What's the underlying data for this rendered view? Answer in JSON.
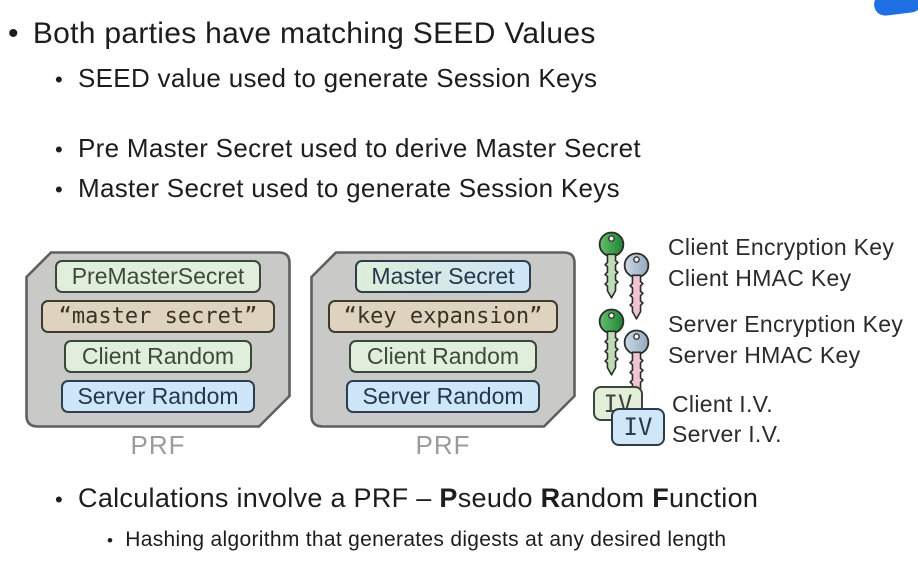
{
  "marks": {
    "bullet": "•"
  },
  "top_bullets": {
    "b1": "Both parties have matching SEED Values",
    "b2": "SEED value used to generate Session Keys",
    "b3": "Pre Master Secret used to derive Master Secret",
    "b4": "Master Secret used to generate Session Keys"
  },
  "diagram": {
    "prf_label": "PRF",
    "master_secret_prf": {
      "input1": "PreMasterSecret",
      "label": "“master secret”",
      "input2": "Client Random",
      "input3": "Server Random"
    },
    "key_expansion_prf": {
      "input1": "Master Secret",
      "label": "“key expansion”",
      "input2": "Client Random",
      "input3": "Server Random"
    }
  },
  "legend": {
    "client_enc": "Client Encryption Key",
    "client_hmac": "Client HMAC Key",
    "server_enc": "Server Encryption Key",
    "server_hmac": "Server HMAC Key",
    "iv_label": "IV",
    "client_iv": "Client I.V.",
    "server_iv": "Server I.V."
  },
  "bottom": {
    "prefix": "Calculations involve a PRF – ",
    "p_b": "P",
    "p_r": "seudo ",
    "r_b": "R",
    "r_r": "andom ",
    "f_b": "F",
    "f_r": "unction",
    "sub": "Hashing algorithm that generates digests at any desired length"
  },
  "colors": {
    "green_box_fill": "#e0eedb",
    "tan_box_fill": "#ddd3bf",
    "blue_box_fill": "#cde7f8",
    "container_fill": "#c9cac8",
    "container_border": "#5f5f5f",
    "prf_text": "#9b9b9b",
    "logo_blue": "#1d6fe3",
    "key_green": "#1e8233",
    "key_steel": "#91a9bf",
    "key_shaft_green": "#bedcb5",
    "key_shaft_pink": "#eec5d0"
  }
}
